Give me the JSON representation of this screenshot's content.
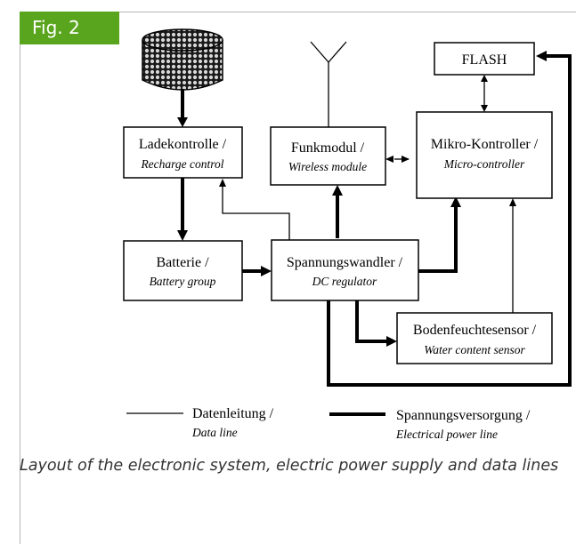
{
  "figure": {
    "label": "Fig. 2",
    "caption": "Layout of the electronic system, electric power supply and data lines"
  },
  "diagram": {
    "nodes": {
      "flash": {
        "title": "FLASH"
      },
      "recharge": {
        "title": "Ladekontrolle /",
        "subtitle": "Recharge control"
      },
      "wireless": {
        "title": "Funkmodul /",
        "subtitle": "Wireless module"
      },
      "micro": {
        "title": "Mikro-Kontroller /",
        "subtitle": "Micro-controller"
      },
      "battery": {
        "title": "Batterie /",
        "subtitle": "Battery group"
      },
      "regulator": {
        "title": "Spannungswandler /",
        "subtitle": "DC regulator"
      },
      "sensor": {
        "title": "Bodenfeuchtesensor /",
        "subtitle": "Water content sensor"
      }
    },
    "legend": {
      "data_line": {
        "title": "Datenleitung /",
        "subtitle": "Data line"
      },
      "power_line": {
        "title": "Spannungsversorgung /",
        "subtitle": "Electrical power line"
      }
    },
    "icons": [
      "solar-cell-icon",
      "antenna-icon"
    ]
  }
}
